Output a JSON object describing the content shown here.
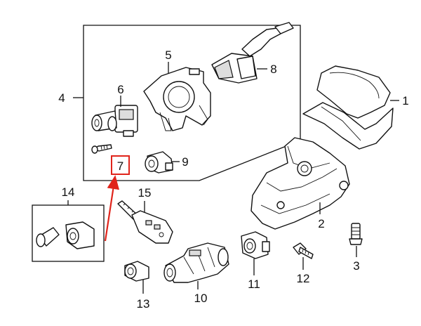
{
  "callouts": {
    "c1": "1",
    "c2": "2",
    "c3": "3",
    "c4": "4",
    "c5": "5",
    "c6": "6",
    "c7": "7",
    "c8": "8",
    "c9": "9",
    "c10": "10",
    "c11": "11",
    "c12": "12",
    "c13": "13",
    "c14": "14",
    "c15": "15"
  },
  "colors": {
    "highlight": "#e0241b",
    "ink": "#111111"
  }
}
